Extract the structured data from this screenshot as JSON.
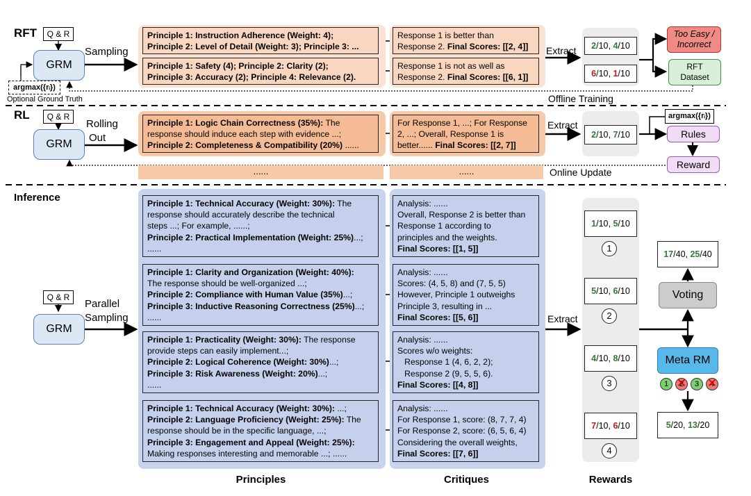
{
  "sections": {
    "rft": "RFT",
    "rl": "RL",
    "inference": "Inference"
  },
  "rft": {
    "qa": "Q & R",
    "grm": "GRM",
    "sampling_label": "Sampling",
    "argmax": "argmax({rᵢ})",
    "optional_gt": "Optional Ground Truth",
    "offline_training": "Offline Training",
    "extract": "Extract",
    "principles": [
      [
        "Principle 1: Instruction Adherence (Weight: 4);",
        "Principle 2: Level of Detail (Weight: 3); Principle 3: ..."
      ],
      [
        "Principle 1: Safety (4); Principle 2: Clarity (2);",
        "Principle 3: Accuracy (2); Principle 4: Relevance (2)."
      ]
    ],
    "critiques": [
      {
        "line1": "Response 1 is better than",
        "line2_plain": "Response 2. ",
        "line2_bold": "Final Scores: [[2, 4]]"
      },
      {
        "line1": "Response 1 is not as well as",
        "line2_plain": "Response 2. ",
        "line2_bold": "Final Scores: [[6, 1]]"
      }
    ],
    "scores": [
      {
        "a": "2",
        "b": "4",
        "denom": "/10"
      },
      {
        "a": "6",
        "b": "1",
        "denom": "/10"
      }
    ],
    "too_easy": [
      "Too Easy /",
      "Incorrect"
    ],
    "rft_dataset": [
      "RFT",
      "Dataset"
    ]
  },
  "rl": {
    "qa": "Q & R",
    "grm": "GRM",
    "rolling_out": [
      "Rolling",
      "Out"
    ],
    "extract": "Extract",
    "principle_box": {
      "p1_bold": "Principle 1: Logic Chain Correctness (35%):",
      "p1_rest": " The",
      "line2": "response should induce each step with evidence ...;",
      "p2_bold": "Principle 2: Completeness & Compatibility (20%)",
      "p2_rest": " ......"
    },
    "critique_box": {
      "line1": "For Response 1, ...; For Response",
      "line2": "2, ...; Overall, Response 1 is",
      "line3_plain": "better...... ",
      "line3_bold": "Final Scores: [[2, 7]]"
    },
    "score": {
      "a": "2",
      "b": "7",
      "denom": "/10"
    },
    "argmax": "argmax({rᵢ})",
    "rules": "Rules",
    "reward": "Reward",
    "online_update": "Online Update",
    "ellipsis": "......"
  },
  "inference": {
    "qa": "Q & R",
    "grm": "GRM",
    "parallel_sampling": [
      "Parallel",
      "Sampling"
    ],
    "extract": "Extract",
    "principle_boxes": [
      [
        [
          {
            "t": "Principle 1: Technical Accuracy (Weight: 30%):",
            "b": true
          },
          {
            "t": " The",
            "b": false
          }
        ],
        [
          {
            "t": "response should accurately describe the technical",
            "b": false
          }
        ],
        [
          {
            "t": "steps ...; For example, ......;",
            "b": false
          }
        ],
        [
          {
            "t": "Principle 2: Practical Implementation (Weight: 25%)",
            "b": true
          },
          {
            "t": "...;",
            "b": false
          }
        ],
        [
          {
            "t": "......",
            "b": false
          }
        ]
      ],
      [
        [
          {
            "t": "Principle 1: Clarity and Organization (Weight: 40%):",
            "b": true
          }
        ],
        [
          {
            "t": "The response should be well-organized ...;",
            "b": false
          }
        ],
        [
          {
            "t": "Principle 2: Compliance with Human Value (35%)",
            "b": true
          },
          {
            "t": "...;",
            "b": false
          }
        ],
        [
          {
            "t": "Principle 3: Inductive Reasoning Correctness (25%)",
            "b": true
          },
          {
            "t": "...;",
            "b": false
          }
        ],
        [
          {
            "t": "......",
            "b": false
          }
        ]
      ],
      [
        [
          {
            "t": "Principle 1: Practicality (Weight: 30%):",
            "b": true
          },
          {
            "t": " The response",
            "b": false
          }
        ],
        [
          {
            "t": "provide steps can easily implement...;",
            "b": false
          }
        ],
        [
          {
            "t": "Principle 2: Logical Coherence (Weight: 30%)",
            "b": true
          },
          {
            "t": "...;",
            "b": false
          }
        ],
        [
          {
            "t": "Principle 3: Risk Awareness (Weight: 20%)",
            "b": true
          },
          {
            "t": "...;",
            "b": false
          }
        ],
        [
          {
            "t": "......",
            "b": false
          }
        ]
      ],
      [
        [
          {
            "t": "Principle 1: Technical Accuracy (Weight: 30%):",
            "b": true
          },
          {
            "t": " ...;",
            "b": false
          }
        ],
        [
          {
            "t": "Principle 2: Language Proficiency (Weight: 25%):",
            "b": true
          },
          {
            "t": " The",
            "b": false
          }
        ],
        [
          {
            "t": "response should be in the specific language, ...;",
            "b": false
          }
        ],
        [
          {
            "t": "Principle 3: Engagement and Appeal (Weight: 25%):",
            "b": true
          }
        ],
        [
          {
            "t": "Making responses interesting and memorable ...; ......",
            "b": false
          }
        ]
      ]
    ],
    "critique_boxes": [
      [
        [
          {
            "t": "Analysis: ......",
            "b": false
          }
        ],
        [
          {
            "t": "Overall, Response 2 is better than",
            "b": false
          }
        ],
        [
          {
            "t": "Response 1 according to",
            "b": false
          }
        ],
        [
          {
            "t": "principles and the weights.",
            "b": false
          }
        ],
        [
          {
            "t": "Final Scores: [[1, 5]]",
            "b": true
          }
        ]
      ],
      [
        [
          {
            "t": "Analysis: ......",
            "b": false
          }
        ],
        [
          {
            "t": "Scores: (4, 5, 8) and (7, 5, 5)",
            "b": false
          }
        ],
        [
          {
            "t": "However, Principle 1 outweighs",
            "b": false
          }
        ],
        [
          {
            "t": "Principle 3, resulting in ...",
            "b": false
          }
        ],
        [
          {
            "t": "Final Scores: [[5, 6]]",
            "b": true
          }
        ]
      ],
      [
        [
          {
            "t": "Analysis: ......",
            "b": false
          }
        ],
        [
          {
            "t": "Scores w/o weights:",
            "b": false
          }
        ],
        [
          {
            "t": "   Response 1 (4, 6, 2, 2);",
            "b": false
          }
        ],
        [
          {
            "t": "   Response 2 (9, 5, 5, 6).",
            "b": false
          }
        ],
        [
          {
            "t": "Final Scores: [[4, 8]]",
            "b": true
          }
        ]
      ],
      [
        [
          {
            "t": "Analysis: ......",
            "b": false
          }
        ],
        [
          {
            "t": "For Response 1, score: (8, 7, 7, 4)",
            "b": false
          }
        ],
        [
          {
            "t": "For Response 2, score: (6, 5, 6, 4)",
            "b": false
          }
        ],
        [
          {
            "t": "Considering the overall weights,",
            "b": false
          }
        ],
        [
          {
            "t": "Final Scores: [[7, 6]]",
            "b": true
          }
        ]
      ]
    ],
    "rewards": [
      {
        "a": "1",
        "ac": "g",
        "b": "5",
        "bc": "g",
        "denom": "/10",
        "n": "1"
      },
      {
        "a": "5",
        "ac": "g",
        "b": "6",
        "bc": "g",
        "denom": "/10",
        "n": "2"
      },
      {
        "a": "4",
        "ac": "g",
        "b": "8",
        "bc": "g",
        "denom": "/10",
        "n": "3"
      },
      {
        "a": "7",
        "ac": "r",
        "b": "6",
        "bc": "r",
        "denom": "/10",
        "n": "4"
      }
    ],
    "voting_result": {
      "a": "17",
      "a_denom": "/40, ",
      "b": "25",
      "b_denom": "/40"
    },
    "voting": "Voting",
    "meta_rm": "Meta RM",
    "meta_marks": [
      "1",
      "2",
      "3",
      "4"
    ],
    "meta_result": {
      "a": "5",
      "a_denom": "/20, ",
      "b": "13",
      "b_denom": "/20"
    }
  },
  "footers": {
    "principles": "Principles",
    "critiques": "Critiques",
    "rewards": "Rewards"
  },
  "colors": {
    "grm_fill": "#dde8f5",
    "rft_panel": "#fbe3d4",
    "rl_panel": "#f6c9a8",
    "inference_panel": "#c8d3ef",
    "rewards_panel": "#ececec",
    "too_easy": "#f08a84",
    "rft_dataset": "#d8f0d8",
    "rules_reward": "#f1dcf5",
    "meta_rm": "#59b8ea",
    "voting": "#cccccc"
  }
}
